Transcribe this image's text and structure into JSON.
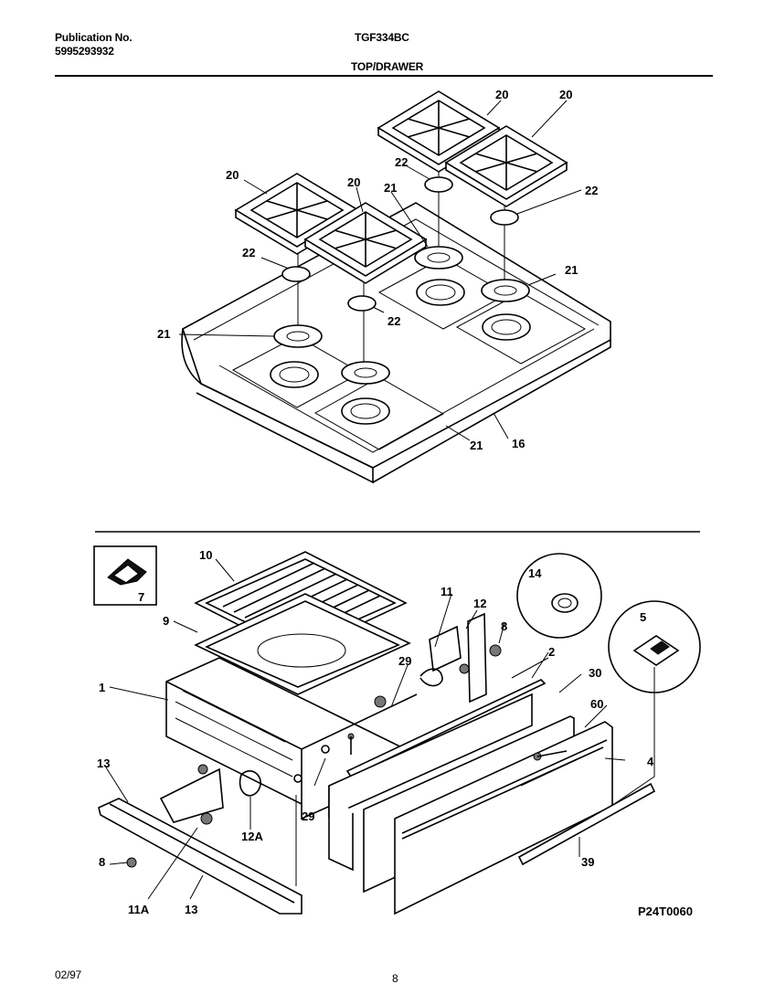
{
  "header": {
    "publication_label": "Publication No.",
    "publication_number": "5995293932",
    "model": "TGF334BC",
    "section_title": "TOP/DRAWER"
  },
  "top_callouts": {
    "grate_a": "20",
    "grate_b": "20",
    "grate_c": "20",
    "grate_d": "20",
    "cap_a": "22",
    "cap_b": "22",
    "cap_c": "22",
    "cap_d": "22",
    "head_a": "21",
    "head_b": "21",
    "head_c": "21",
    "head_d": "21",
    "cooktop": "16"
  },
  "bottom_callouts": {
    "inset_7": "7",
    "broiler_grid": "10",
    "broiler_pan": "9",
    "drawer_body": "1",
    "slide": "11",
    "bracket": "12",
    "screw_8a": "8",
    "part_14": "14",
    "part_2": "2",
    "part_5": "5",
    "panel": "30",
    "screw_60": "60",
    "part_4": "4",
    "part_29a": "29",
    "part_29b": "29",
    "rail_13a": "13",
    "rail_13b": "13",
    "part_12a": "12A",
    "screw_8b": "8",
    "part_11a": "11A",
    "trim_39": "39"
  },
  "diagram_code": "P24T0060",
  "footer": {
    "date": "02/97",
    "page": "8"
  }
}
